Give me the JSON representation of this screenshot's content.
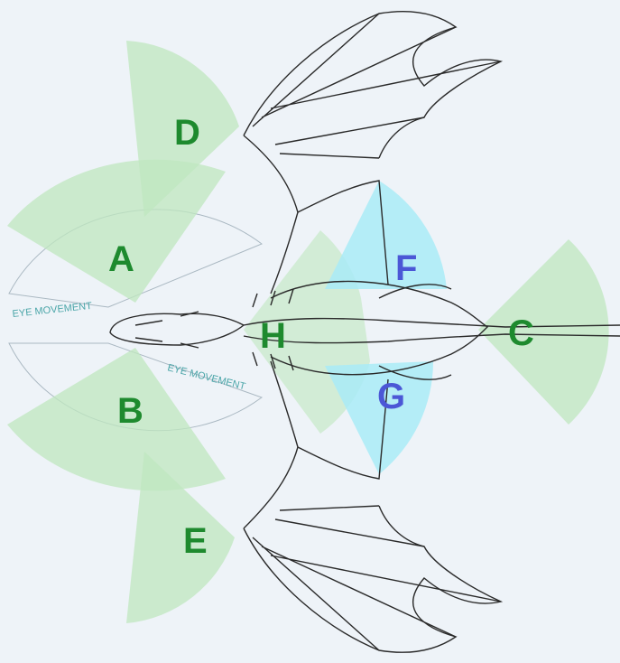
{
  "colors": {
    "background": "#eef3f8",
    "green_zone": "#bfe7bf",
    "blue_zone": "#a9ebf7",
    "green_label": "#1e8a2e",
    "blue_label": "#4b57d6",
    "eye_text": "#4aa5a8",
    "sketch": "#2a2a2a"
  },
  "zones": [
    {
      "id": "A",
      "label": "A",
      "color": "green"
    },
    {
      "id": "B",
      "label": "B",
      "color": "green"
    },
    {
      "id": "C",
      "label": "C",
      "color": "green"
    },
    {
      "id": "D",
      "label": "D",
      "color": "green"
    },
    {
      "id": "E",
      "label": "E",
      "color": "green"
    },
    {
      "id": "F",
      "label": "F",
      "color": "blue"
    },
    {
      "id": "G",
      "label": "G",
      "color": "blue"
    },
    {
      "id": "H",
      "label": "H",
      "color": "green"
    }
  ],
  "eye_movement": {
    "upper": "EYE MOVEMENT",
    "lower": "EYE MOVEMENT"
  },
  "subject": {
    "icon": "dragon-top-view-sketch"
  }
}
